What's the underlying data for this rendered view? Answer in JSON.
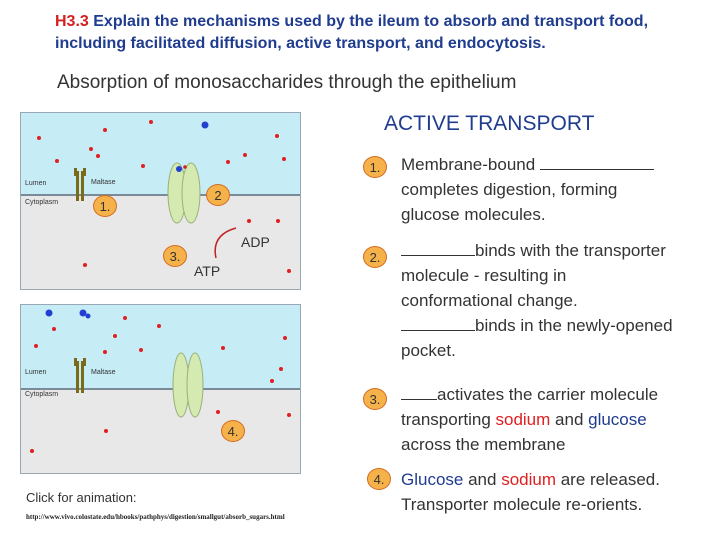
{
  "title": {
    "code": "H3.3",
    "text": "Explain the mechanisms used by the ileum to absorb and transport food, including facilitated diffusion, active transport, and endocytosis."
  },
  "subtitle": "Absorption of monosaccharides through the epithelium",
  "diagram": {
    "label_lumen": "Lumen",
    "label_cytoplasm": "Cytoplasm",
    "label_maltase": "Maltase",
    "num1": "1.",
    "num2": "2",
    "num3": "3.",
    "num4": "4.",
    "adp": "ADP",
    "atp": "ATP"
  },
  "click_text": "Click for animation:",
  "url": "http://www.vivo.colostate.edu/hbooks/pathphys/digestion/smallgut/absorb_sugars.html",
  "active_transport": {
    "heading": "ACTIVE TRANSPORT",
    "steps": [
      {
        "num": "1.",
        "line1": "Membrane-bound",
        "line2": "completes digestion, forming",
        "line3": "glucose molecules."
      },
      {
        "num": "2.",
        "line1": "binds with the transporter",
        "line2": "molecule - resulting in",
        "line3": "conformational change.",
        "line4": "binds in the newly-opened",
        "line5": "pocket."
      },
      {
        "num": "3.",
        "line1": "activates the carrier molecule",
        "line2_a": "transporting ",
        "line2_b": "sodium",
        "line2_c": " and ",
        "line2_d": "glucose",
        "line3": "across the membrane"
      },
      {
        "num": "4.",
        "line1_a": "Glucose",
        "line1_b": " and ",
        "line1_c": "sodium",
        "line1_d": " are released.",
        "line2": "Transporter molecule re-orients."
      }
    ]
  }
}
